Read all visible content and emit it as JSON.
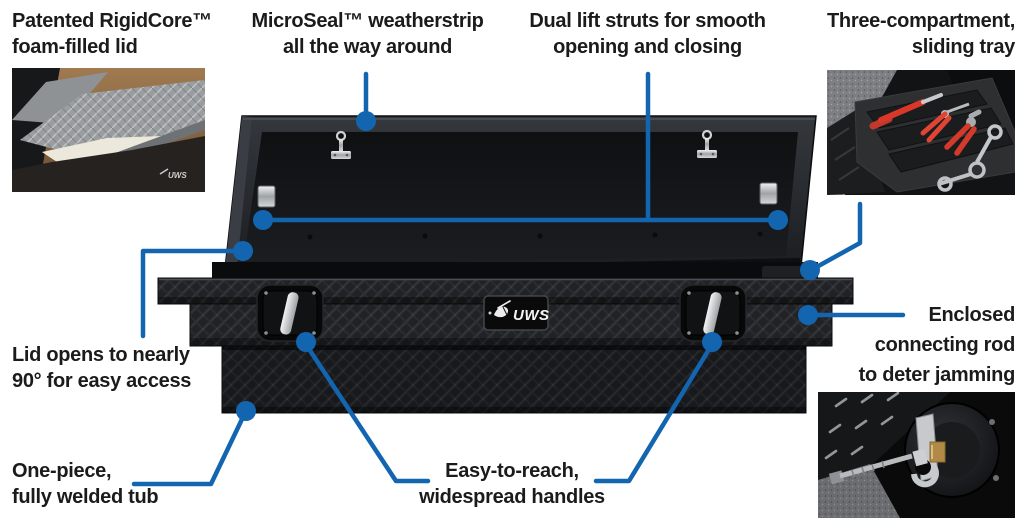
{
  "meta": {
    "description": "UWS crossover truck tool box feature callout diagram",
    "accent_color": "#1365b0",
    "background_color": "#ffffff",
    "text_color": "#1b1b1b"
  },
  "brand": {
    "logo_text": "UWS",
    "logo_icon": "marlin-fish"
  },
  "callouts": {
    "rigidcore": {
      "lines": [
        "Patented RigidCore™",
        "foam-filled lid"
      ]
    },
    "microseal": {
      "lines": [
        "MicroSeal™ weatherstrip",
        "all the way around"
      ]
    },
    "struts": {
      "lines": [
        "Dual lift struts for smooth",
        "opening and closing"
      ]
    },
    "tray": {
      "lines": [
        "Three-compartment,",
        "sliding tray"
      ]
    },
    "lid_opens": {
      "lines": [
        "Lid opens to nearly",
        "90° for easy access"
      ]
    },
    "tub": {
      "lines": [
        "One-piece,",
        "fully welded tub"
      ]
    },
    "handles": {
      "lines": [
        "Easy-to-reach,",
        "widespread handles"
      ]
    },
    "rod": {
      "lines": [
        "Enclosed",
        "connecting rod",
        "to deter jamming"
      ]
    }
  },
  "insets": {
    "rigidcore_photo": "foam-filled lid cross-section",
    "tray_photo": "sliding tray with tools",
    "rod_photo": "enclosed connecting rod close-up"
  }
}
